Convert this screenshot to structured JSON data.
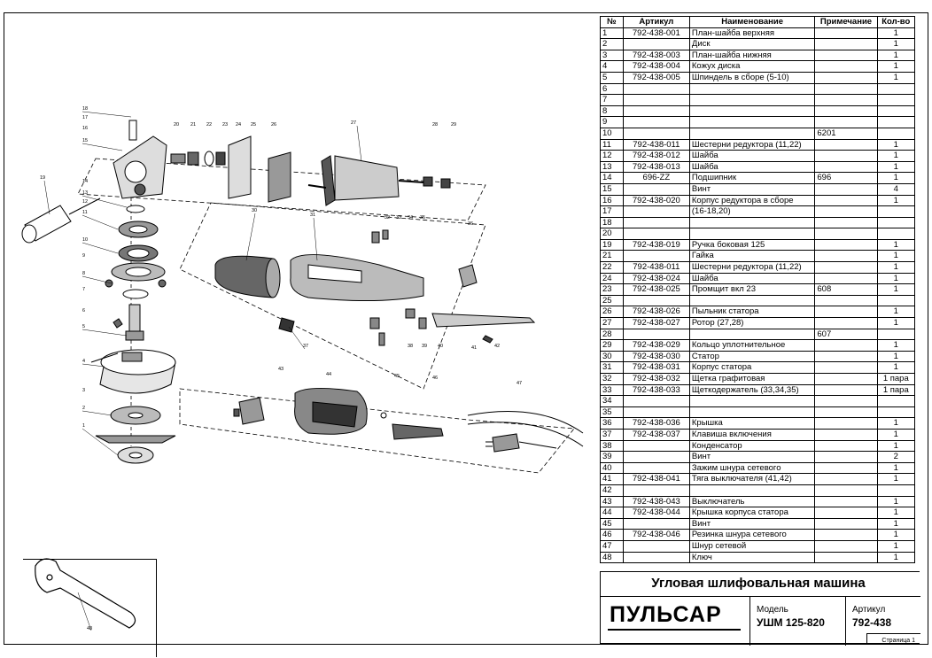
{
  "table": {
    "headers": [
      "№",
      "Артикул",
      "Наименование",
      "Примечание",
      "Кол-во"
    ],
    "rows": [
      [
        "1",
        "792-438-001",
        "План-шайба верхняя",
        "",
        "1"
      ],
      [
        "2",
        "",
        "Диск",
        "",
        "1"
      ],
      [
        "3",
        "792-438-003",
        "План-шайба нижняя",
        "",
        "1"
      ],
      [
        "4",
        "792-438-004",
        "Кожух диска",
        "",
        "1"
      ],
      [
        "5",
        "792-438-005",
        "Шпиндель в сборе (5-10)",
        "",
        "1"
      ],
      [
        "6",
        "",
        "",
        "",
        ""
      ],
      [
        "7",
        "",
        "",
        "",
        ""
      ],
      [
        "8",
        "",
        "",
        "",
        ""
      ],
      [
        "9",
        "",
        "",
        "",
        ""
      ],
      [
        "10",
        "",
        "",
        "6201",
        ""
      ],
      [
        "11",
        "792-438-011",
        "Шестерни редуктора (11,22)",
        "",
        "1"
      ],
      [
        "12",
        "792-438-012",
        "Шайба",
        "",
        "1"
      ],
      [
        "13",
        "792-438-013",
        "Шайба",
        "",
        "1"
      ],
      [
        "14",
        "696-ZZ",
        "Подшипник",
        "696",
        "1"
      ],
      [
        "15",
        "",
        "Винт",
        "",
        "4"
      ],
      [
        "16",
        "792-438-020",
        "Корпус редуктора в сборе",
        "",
        "1"
      ],
      [
        "17",
        "",
        "(16-18,20)",
        "",
        ""
      ],
      [
        "18",
        "",
        "",
        "",
        ""
      ],
      [
        "20",
        "",
        "",
        "",
        ""
      ],
      [
        "19",
        "792-438-019",
        "Ручка боковая 125",
        "",
        "1"
      ],
      [
        "21",
        "",
        "Гайка",
        "",
        "1"
      ],
      [
        "22",
        "792-438-011",
        "Шестерни редуктора (11,22)",
        "",
        "1"
      ],
      [
        "24",
        "792-438-024",
        "Шайба",
        "",
        "1"
      ],
      [
        "23",
        "792-438-025",
        "Промщит вкл 23",
        "608",
        "1"
      ],
      [
        "25",
        "",
        "",
        "",
        ""
      ],
      [
        "26",
        "792-438-026",
        "Пыльник статора",
        "",
        "1"
      ],
      [
        "27",
        "792-438-027",
        "Ротор (27,28)",
        "",
        "1"
      ],
      [
        "28",
        "",
        "",
        "607",
        ""
      ],
      [
        "29",
        "792-438-029",
        "Кольцо уплотнительное",
        "",
        "1"
      ],
      [
        "30",
        "792-438-030",
        "Статор",
        "",
        "1"
      ],
      [
        "31",
        "792-438-031",
        "Корпус статора",
        "",
        "1"
      ],
      [
        "32",
        "792-438-032",
        "Щетка графитовая",
        "",
        "1 пара"
      ],
      [
        "33",
        "792-438-033",
        "Щеткодержатель (33,34,35)",
        "",
        "1 пара"
      ],
      [
        "34",
        "",
        "",
        "",
        ""
      ],
      [
        "35",
        "",
        "",
        "",
        ""
      ],
      [
        "36",
        "792-438-036",
        "Крышка",
        "",
        "1"
      ],
      [
        "37",
        "792-438-037",
        "Клавиша включения",
        "",
        "1"
      ],
      [
        "38",
        "",
        "Конденсатор",
        "",
        "1"
      ],
      [
        "39",
        "",
        "Винт",
        "",
        "2"
      ],
      [
        "40",
        "",
        "Зажим шнура сетевого",
        "",
        "1"
      ],
      [
        "41",
        "792-438-041",
        "Тяга выключателя (41,42)",
        "",
        "1"
      ],
      [
        "42",
        "",
        "",
        "",
        ""
      ],
      [
        "43",
        "792-438-043",
        "Выключатель",
        "",
        "1"
      ],
      [
        "44",
        "792-438-044",
        "Крышка корпуса статора",
        "",
        "1"
      ],
      [
        "45",
        "",
        "Винт",
        "",
        "1"
      ],
      [
        "46",
        "792-438-046",
        "Резинка шнура сетевого",
        "",
        "1"
      ],
      [
        "47",
        "",
        "Шнур сетевой",
        "",
        "1"
      ],
      [
        "48",
        "",
        "Ключ",
        "",
        "1"
      ]
    ]
  },
  "title_block": {
    "product_name": "Угловая шлифовальная машина",
    "brand": "ПУЛЬСАР",
    "model_label": "Модель",
    "model_value": "УШМ 125-820",
    "article_label": "Артикул",
    "article_value": "792-438",
    "page": "Страница 1"
  },
  "diagram": {
    "callouts": [
      "1",
      "2",
      "3",
      "4",
      "5",
      "6",
      "7",
      "8",
      "9",
      "10",
      "11",
      "12",
      "13",
      "14",
      "15",
      "16",
      "17",
      "18",
      "19",
      "20",
      "21",
      "22",
      "23",
      "24",
      "25",
      "26",
      "27",
      "28",
      "29",
      "30",
      "31",
      "32",
      "33",
      "34",
      "35",
      "36",
      "37",
      "38",
      "39",
      "40",
      "41",
      "42",
      "43",
      "44",
      "45",
      "46",
      "47",
      "48"
    ],
    "icons": [
      "disc-icon",
      "spindle-icon",
      "gear-housing-icon",
      "rotor-icon",
      "stator-icon",
      "motor-housing-icon",
      "switch-icon",
      "cover-icon",
      "cord-plug-icon",
      "side-handle-icon",
      "wrench-icon"
    ]
  }
}
